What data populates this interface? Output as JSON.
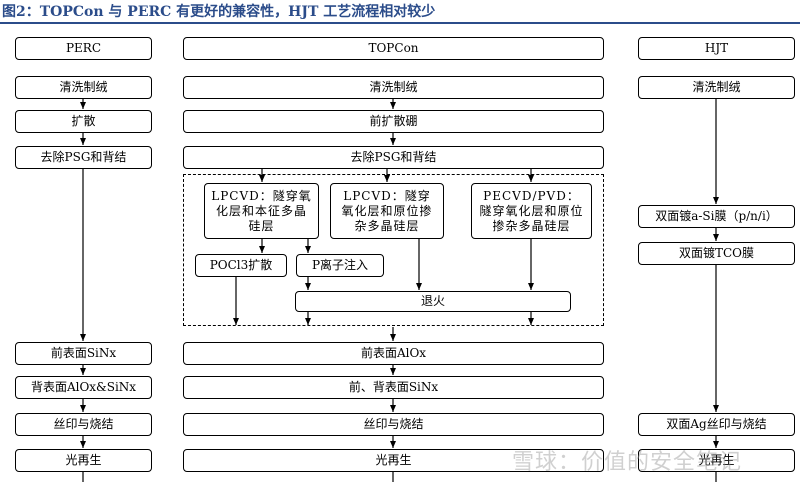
{
  "title": "图2：TOPCon 与 PERC 有更好的兼容性，HJT 工艺流程相对较少",
  "columns": {
    "perc": {
      "header": "PERC",
      "steps": [
        "清洗制绒",
        "扩散",
        "去除PSG和背结",
        "前表面SiNx",
        "背表面AlOx&SiNx",
        "丝印与烧结",
        "光再生"
      ]
    },
    "topcon": {
      "header": "TOPCon",
      "steps_top": [
        "清洗制绒",
        "前扩散硼",
        "去除PSG和背结"
      ],
      "options": [
        "LPCVD：隧穿氧化层和本征多晶硅层",
        "LPCVD：隧穿氧化层和原位掺杂多晶硅层",
        "PECVD/PVD：隧穿氧化层和原位掺杂多晶硅层"
      ],
      "sub_steps": [
        "POCl3扩散",
        "P离子注入"
      ],
      "anneal": "退火",
      "steps_bottom": [
        "前表面AlOx",
        "前、背表面SiNx",
        "丝印与烧结",
        "光再生"
      ]
    },
    "hjt": {
      "header": "HJT",
      "steps": [
        "清洗制绒",
        "双面镀a-Si膜（p/n/i）",
        "双面镀TCO膜",
        "双面Ag丝印与烧结",
        "光再生"
      ]
    }
  },
  "watermark": "雪球：价值的安全笔记"
}
